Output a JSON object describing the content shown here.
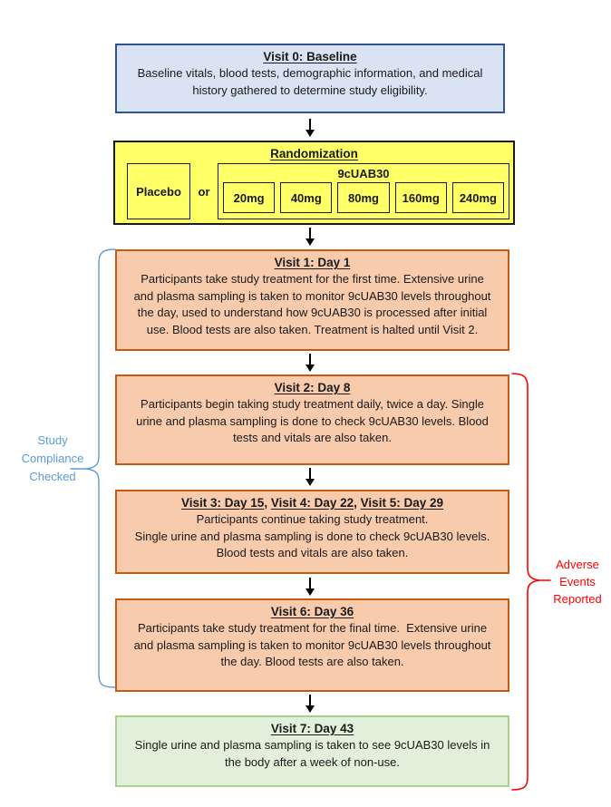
{
  "diagram": {
    "visit0": {
      "title": "Visit 0: Baseline",
      "body_lines": [
        "Baseline vitals, blood tests, demographic information, and medical",
        "history gathered to determine study eligibility."
      ]
    },
    "randomization": {
      "title": "Randomization",
      "placebo_label": "Placebo",
      "or_label": "or",
      "group_label": "9cUAB30",
      "doses": [
        "20mg",
        "40mg",
        "80mg",
        "160mg",
        "240mg"
      ]
    },
    "visit1": {
      "title": "Visit 1: Day 1",
      "body_lines": [
        "Participants take study treatment for the first time. Extensive urine",
        "and plasma sampling is taken to monitor 9cUAB30 levels throughout",
        "the day, used to understand how 9cUAB30 is processed after initial",
        "use. Blood tests are also taken. Treatment is halted until Visit 2."
      ]
    },
    "visit2": {
      "title": "Visit 2: Day 8",
      "body_lines": [
        "Participants begin taking study treatment daily, twice a day. Single",
        "urine and plasma sampling is done to check 9cUAB30 levels. Blood",
        "tests and vitals are also taken."
      ]
    },
    "visit345": {
      "title_parts": [
        "Visit 3: Day 15",
        "Visit 4: Day 22",
        "Visit 5: Day 29"
      ],
      "title_separator": ", ",
      "body_lines": [
        "Participants continue taking study treatment.",
        "Single urine and plasma sampling is done to check 9cUAB30 levels.",
        "Blood tests and vitals are also taken."
      ]
    },
    "visit6": {
      "title": "Visit 6: Day 36",
      "body_lines": [
        "Participants take study treatment for the final time.  Extensive urine",
        "and plasma sampling is taken to monitor 9cUAB30 levels throughout",
        "the day. Blood tests are also taken."
      ]
    },
    "visit7": {
      "title": "Visit 7: Day 43",
      "body_lines": [
        "Single urine and plasma sampling is taken to see 9cUAB30 levels in",
        "the body after a week of non-use."
      ]
    }
  },
  "annotations": {
    "compliance": {
      "lines": [
        "Study",
        "Compliance",
        "Checked"
      ],
      "color": "#5b9bd5"
    },
    "adverse": {
      "lines": [
        "Adverse",
        "Events",
        "Reported"
      ],
      "color": "#ff0000"
    }
  },
  "colors": {
    "baseline_fill": "#dae3f3",
    "baseline_border": "#2f5496",
    "randomization_fill": "#ffff66",
    "randomization_border": "#000000",
    "visit_fill": "#f8cbad",
    "visit_border": "#c55a11",
    "final_fill": "#e2efda",
    "final_border": "#a9d18e",
    "arrow": "#000000"
  }
}
